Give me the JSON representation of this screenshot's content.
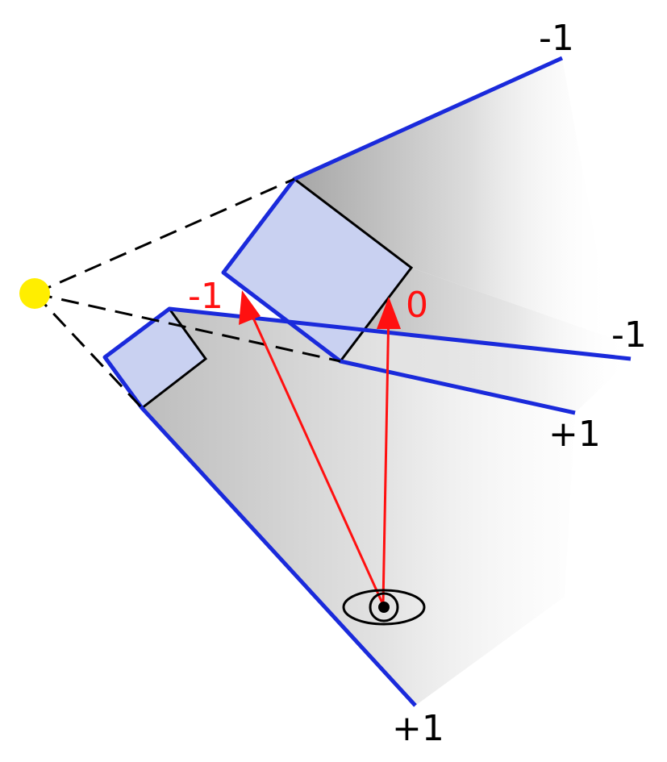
{
  "diagram": {
    "labels": {
      "shadow_top_edge_count": "-1",
      "middle_ray_count": "-1",
      "lower_ray_count": "+1",
      "bottom_edge_count": "+1",
      "eye_ray_left_count": "-1",
      "eye_ray_right_count": "0"
    },
    "icons": {
      "light_source": "light-bulb-icon",
      "viewer": "eye-icon"
    },
    "colors": {
      "shadow_edge": "#1a2adb",
      "occluder_fill": "#c9d1f1",
      "view_ray": "#ff1010",
      "light": "#ffee00",
      "outline": "#000000"
    }
  }
}
